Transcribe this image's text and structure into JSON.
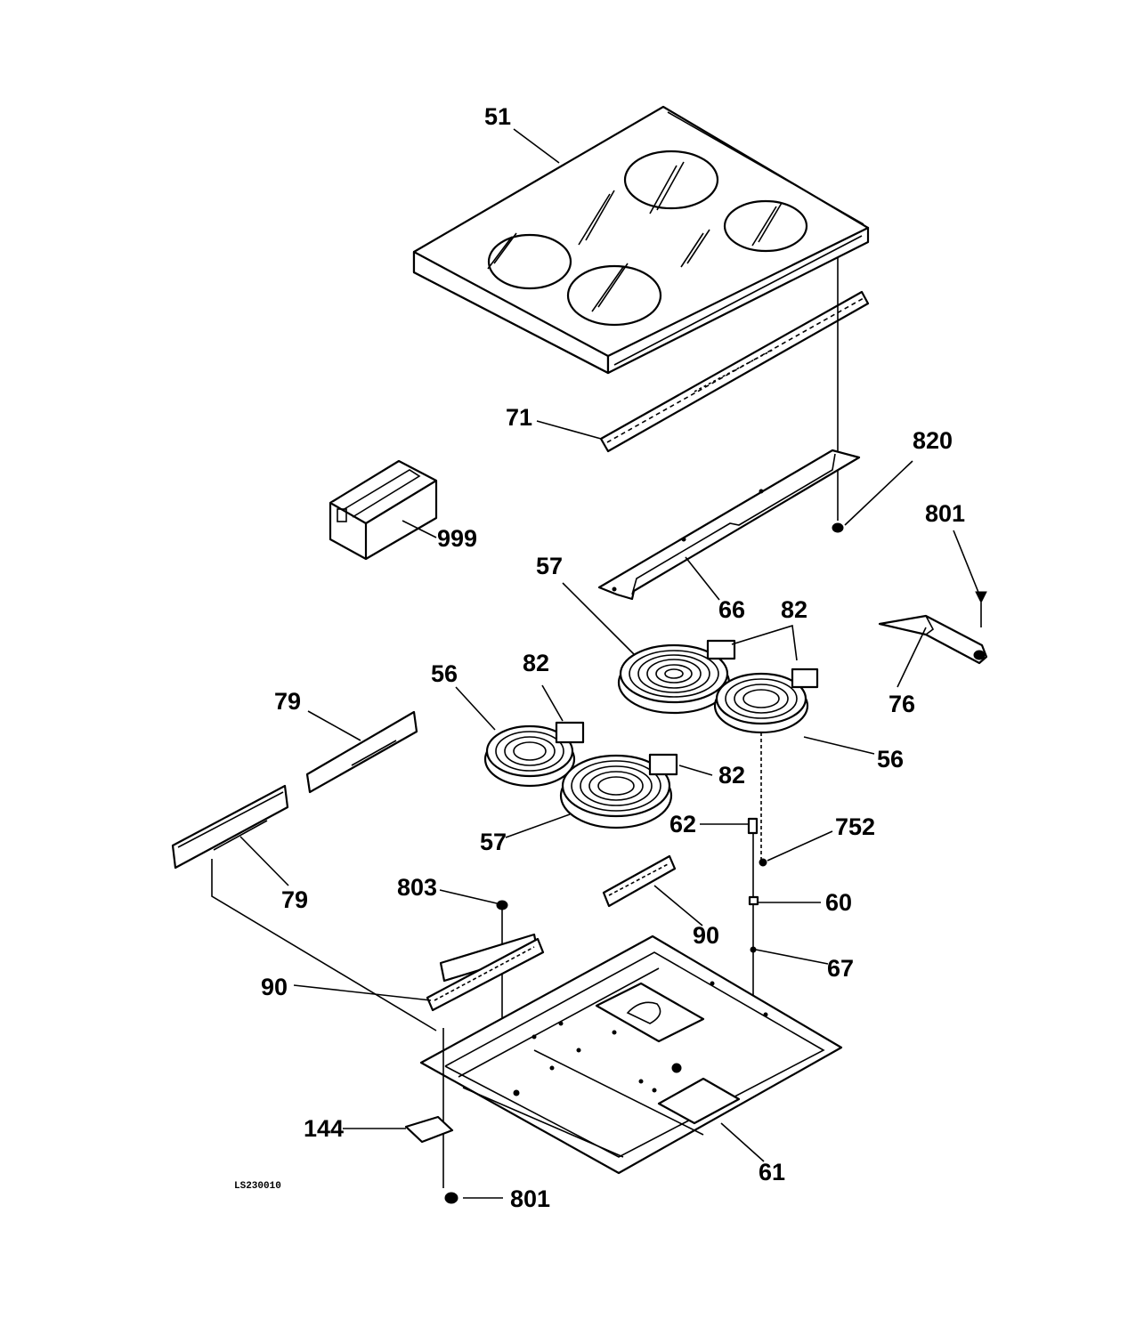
{
  "diagram": {
    "drawing_id": "LS230010",
    "callouts": [
      "51",
      "71",
      "820",
      "999",
      "801",
      "57",
      "66",
      "82",
      "76",
      "56",
      "82",
      "79",
      "82",
      "56",
      "57",
      "62",
      "752",
      "79",
      "803",
      "60",
      "90",
      "67",
      "90",
      "144",
      "61",
      "801"
    ]
  }
}
